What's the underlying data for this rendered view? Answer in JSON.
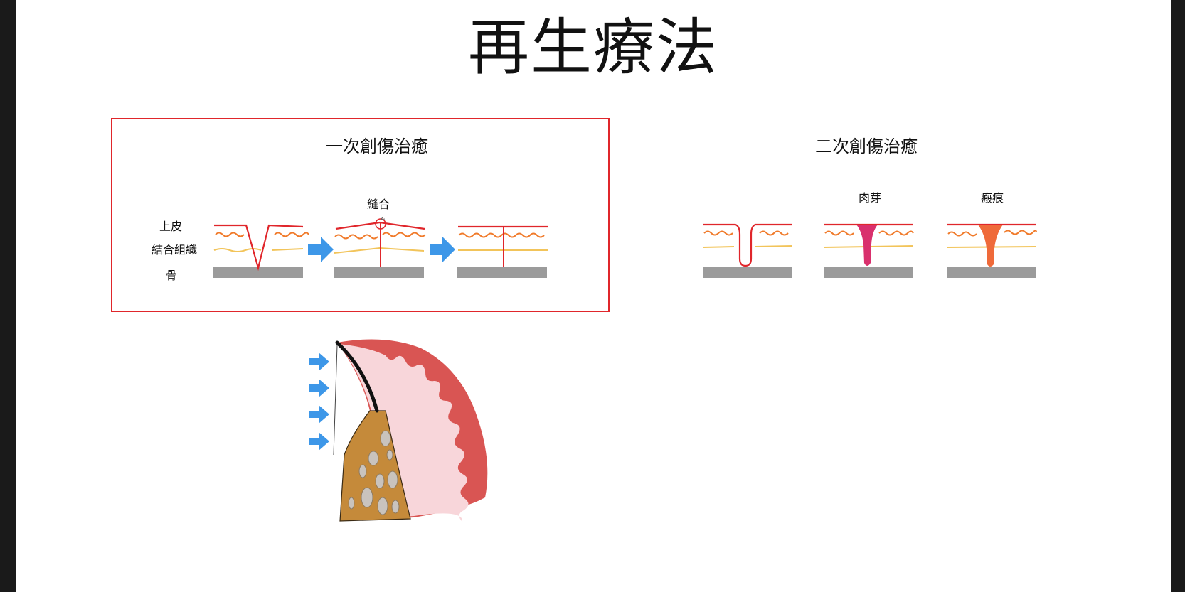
{
  "slide": {
    "title": "再生療法",
    "primary": {
      "title": "一次創傷治癒",
      "suture_label": "縫合",
      "layer_labels": {
        "epithelium": "上皮",
        "connective": "結合組織",
        "bone": "骨"
      }
    },
    "secondary": {
      "title": "二次創傷治癒",
      "granulation_label": "肉芽",
      "scar_label": "瘢痕"
    }
  },
  "colors": {
    "epithelium_line": "#e0262b",
    "connective_wave": "#f07a2a",
    "connective_line": "#f2c45a",
    "bone": "#9b9b9b",
    "arrow": "#3d97e8",
    "highlight_border": "#e0262b",
    "granulation": "#d9306d",
    "scar": "#ef6a3a",
    "gingiva": "#d95553",
    "gingiva_inner": "#f8d6da",
    "alveolar_bone": "#c58a3a",
    "marrow": "#c9c3bd"
  },
  "icons": [
    "right-arrow-icon",
    "suture-knot-icon"
  ]
}
